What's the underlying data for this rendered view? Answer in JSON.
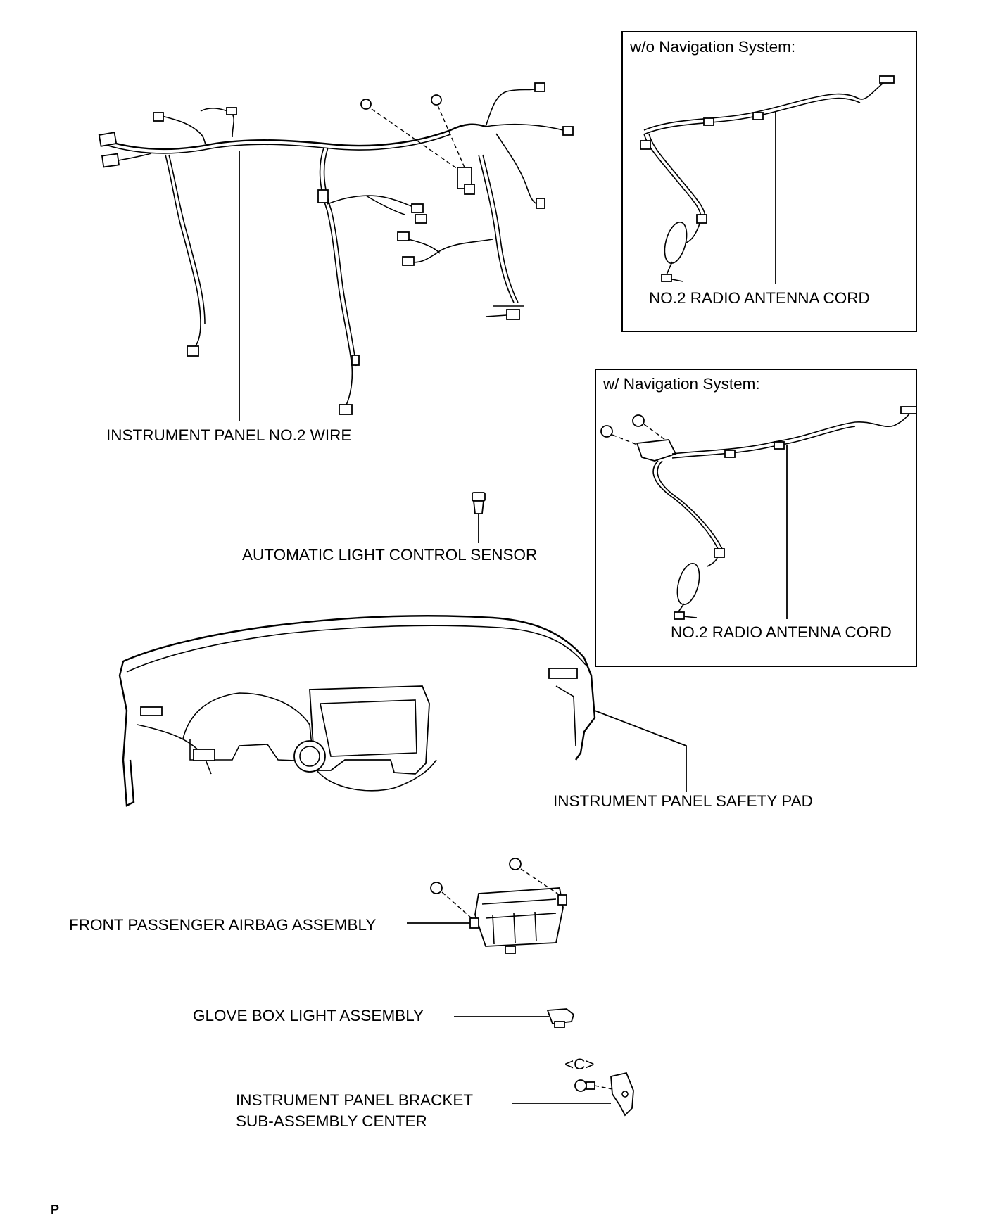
{
  "labels": {
    "instrument_panel_no2_wire": "INSTRUMENT PANEL NO.2 WIRE",
    "automatic_light_control_sensor": "AUTOMATIC LIGHT CONTROL SENSOR",
    "instrument_panel_safety_pad": "INSTRUMENT PANEL SAFETY PAD",
    "front_passenger_airbag_assembly": "FRONT PASSENGER AIRBAG ASSEMBLY",
    "glove_box_light_assembly": "GLOVE BOX LIGHT ASSEMBLY",
    "instrument_panel_bracket_line1": "INSTRUMENT PANEL BRACKET",
    "instrument_panel_bracket_line2": "SUB-ASSEMBLY CENTER",
    "bracket_tag": "<C>",
    "corner_mark": "P"
  },
  "inset_without_nav": {
    "title": "w/o Navigation System:",
    "part_label": "NO.2 RADIO ANTENNA CORD"
  },
  "inset_with_nav": {
    "title": "w/ Navigation System:",
    "part_label": "NO.2 RADIO ANTENNA CORD"
  }
}
